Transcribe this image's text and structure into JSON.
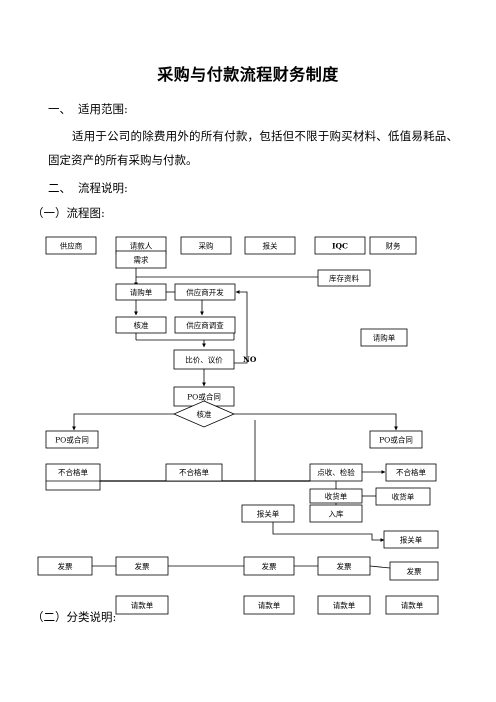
{
  "title": "采购与付款流程财务制度",
  "sections": {
    "s1_num": "一、",
    "s1_title": "适用范围:",
    "s1_body": "适用于公司的除费用外的所有付款，包括但不限于购买材料、低值易耗品、固定资产的所有采购与付款。",
    "s2_num": "二、",
    "s2_title": "流程说明:",
    "sub1": "（一）流程图:",
    "sub2": "（二）分类说明:"
  },
  "flow": {
    "headers": [
      "供应商",
      "请款人",
      "采购",
      "报关",
      "IQC",
      "财务"
    ],
    "demand": "需求",
    "inventory": "库存资料",
    "purchase_req": "请购单",
    "supplier_dev": "供应商开发",
    "approve": "核准",
    "supplier_survey": "供应商调查",
    "purchase_req_fin": "请购单",
    "compare": "比价、议价",
    "no_label": "NO",
    "po_contract": "PO或合同",
    "approve_diamond": "核准",
    "po_contract_left": "PO或合同",
    "po_contract_right": "PO或合同",
    "reject_left": "不合格单",
    "reject_mid": "不合格单",
    "inspect": "点收、检验",
    "reject_right": "不合格单",
    "receipt_mid": "收货单",
    "receipt_right": "收货单",
    "customs_doc": "报关单",
    "warehouse_in": "入库",
    "customs_doc_right": "报关单",
    "invoice_1": "发票",
    "invoice_2": "发票",
    "invoice_3": "发票",
    "invoice_4": "发票",
    "invoice_5": "发票",
    "payreq_1": "请款单",
    "payreq_2": "请款单",
    "payreq_3": "请款单",
    "payreq_4": "请款单"
  }
}
